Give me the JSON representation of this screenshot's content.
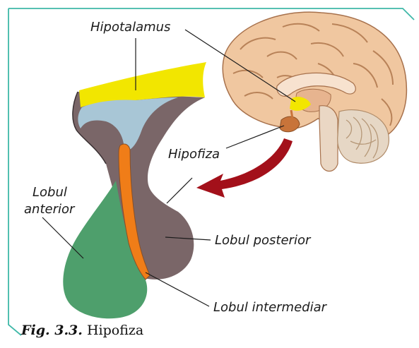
{
  "labels": {
    "hypothalamus": "Hipotalamus",
    "hypophysis": "Hipofiza",
    "anterior_line1": "Lobul",
    "anterior_line2": "anterior",
    "posterior": "Lobul posterior",
    "intermediate": "Lobul intermediar"
  },
  "caption": {
    "figure": "Fig. 3.3.",
    "title": "Hipofiza"
  },
  "colors": {
    "frame": "#3fb8a8",
    "hypothalamus": "#f2e600",
    "stalk_light": "#a8c6d6",
    "posterior_lobe": "#7a6668",
    "intermediate_lobe": "#f07d18",
    "anterior_lobe": "#4e9f6c",
    "arrow": "#a3101a",
    "brain": "#f0c7a0",
    "cerebellum": "#e6d7c5"
  },
  "icons": {
    "arrow": "curved-arrow-icon",
    "brain": "brain-illustration"
  }
}
